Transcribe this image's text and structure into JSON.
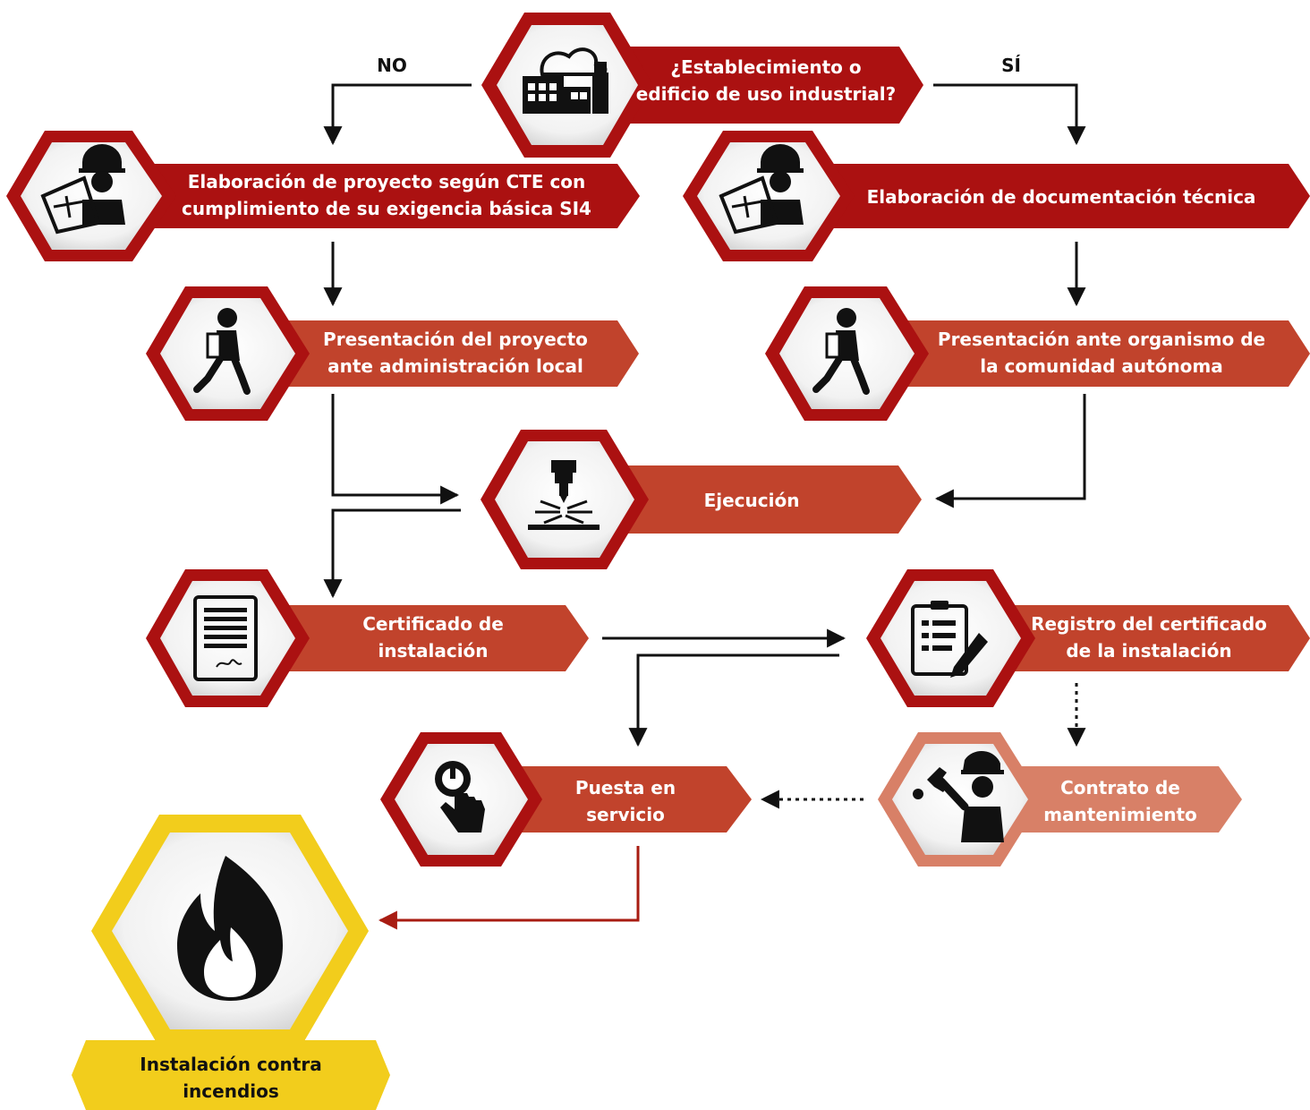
{
  "diagram": {
    "colors": {
      "dark_red": "#ab1111",
      "red": "#c1432c",
      "salmon": "#d88067",
      "yellow": "#f2cd1c",
      "hex_ring": "#ffffff",
      "icon": "#111111",
      "connector": "#111111",
      "final_connector": "#a81c12"
    },
    "branches": {
      "no": "NO",
      "yes": "SÍ"
    },
    "nodes": {
      "industrial": {
        "lines": [
          "¿Establecimiento o",
          "edificio de uso industrial?"
        ],
        "icon": "factory-icon"
      },
      "proyecto_cte": {
        "lines": [
          "Elaboración de proyecto según CTE con",
          "cumplimiento de su exigencia básica SI4"
        ],
        "icon": "engineer-drafting-icon"
      },
      "doc_tecnica": {
        "lines": [
          "Elaboración de documentación técnica"
        ],
        "icon": "engineer-drafting-icon"
      },
      "presentacion_local": {
        "lines": [
          "Presentación del proyecto",
          "ante administración local"
        ],
        "icon": "walking-person-icon"
      },
      "presentacion_ccaa": {
        "lines": [
          "Presentación ante organismo de",
          "la comunidad autónoma"
        ],
        "icon": "walking-person-icon"
      },
      "ejecucion": {
        "lines": [
          "Ejecución"
        ],
        "icon": "welding-icon"
      },
      "certificado": {
        "lines": [
          "Certificado de",
          "instalación"
        ],
        "icon": "certificate-icon"
      },
      "registro": {
        "lines": [
          "Registro del certificado",
          "de la instalación"
        ],
        "icon": "clipboard-pen-icon"
      },
      "puesta_servicio": {
        "lines": [
          "Puesta en",
          "servicio"
        ],
        "icon": "power-button-icon"
      },
      "contrato": {
        "lines": [
          "Contrato de",
          "mantenimiento"
        ],
        "icon": "mechanic-icon"
      },
      "final": {
        "lines": [
          "Instalación contra",
          "incendios"
        ],
        "icon": "fire-icon"
      }
    }
  }
}
